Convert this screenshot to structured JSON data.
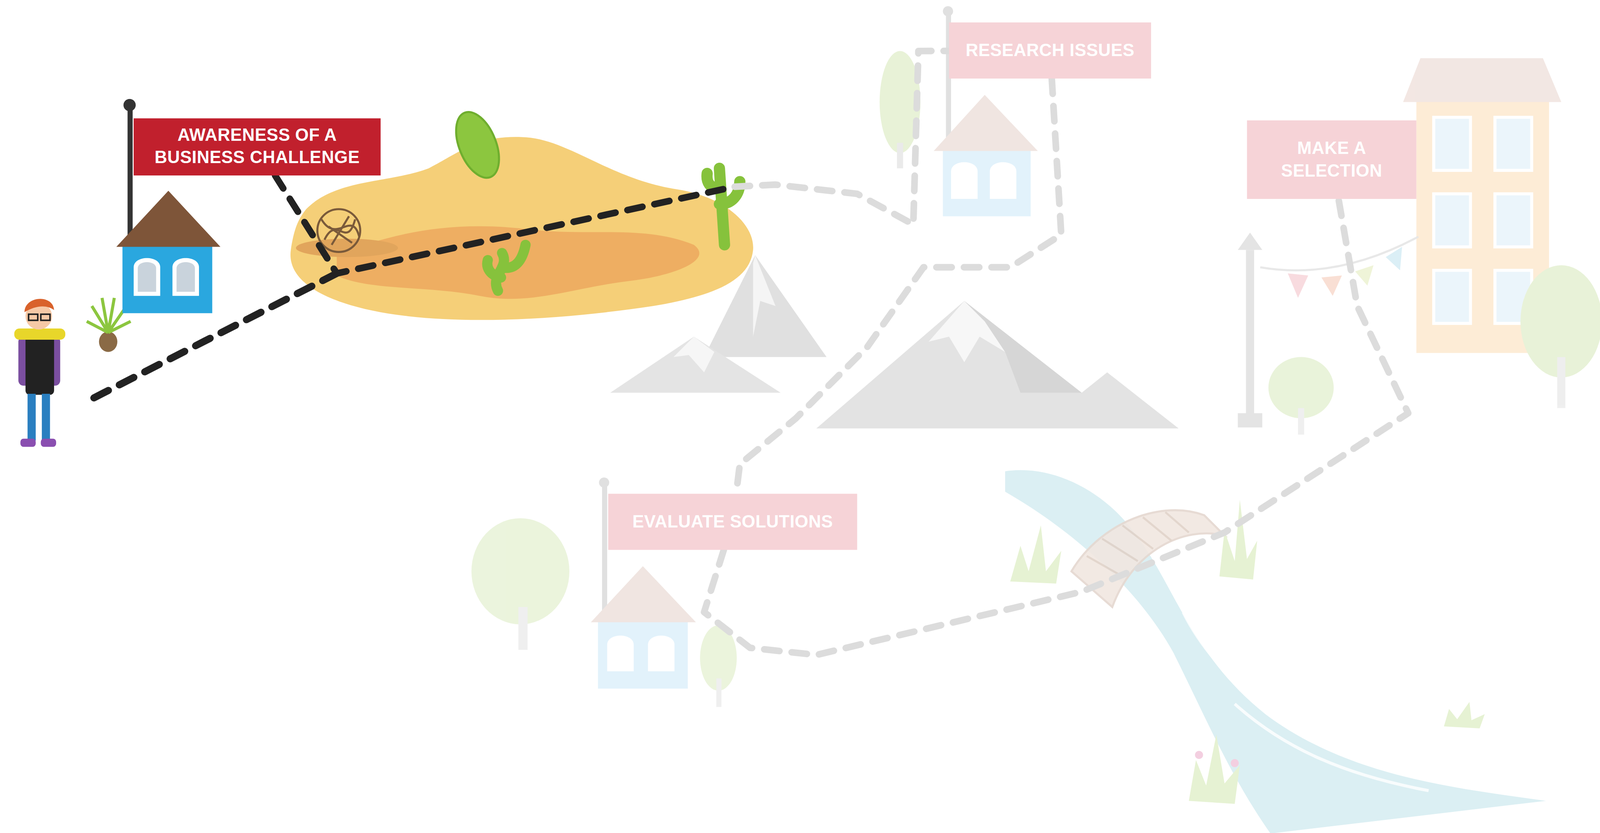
{
  "diagram": {
    "nodes": [
      {
        "text": [
          "AWARENESS OF A BUSINESS CHALLENGE"
        ]
      },
      {
        "text": [
          "RESEARCH ISSUES"
        ]
      },
      {
        "text": [
          "EVALUATE SOLUTIONS"
        ]
      },
      {
        "text": [
          "MAKE A SELECTION"
        ]
      }
    ],
    "edges": [
      {
        "from": 0,
        "to": 1,
        "arrow": "none"
      },
      {
        "from": 1,
        "to": 2,
        "arrow": "none"
      },
      {
        "from": 2,
        "to": 3,
        "arrow": "none"
      }
    ]
  }
}
